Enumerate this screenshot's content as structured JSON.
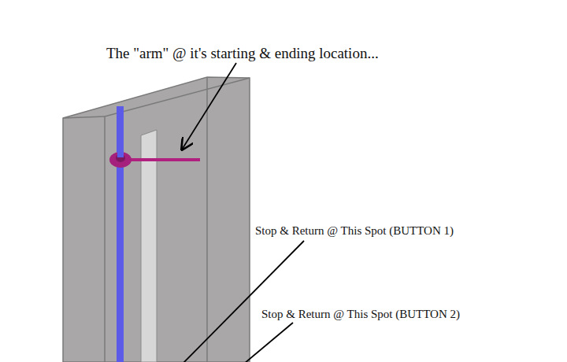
{
  "diagram": {
    "labels": [
      "The \"arm\" @ it's starting & ending location...",
      "Stop & Return @ This Spot (BUTTON 1)",
      "Stop & Return @ This Spot (BUTTON 2)"
    ]
  }
}
